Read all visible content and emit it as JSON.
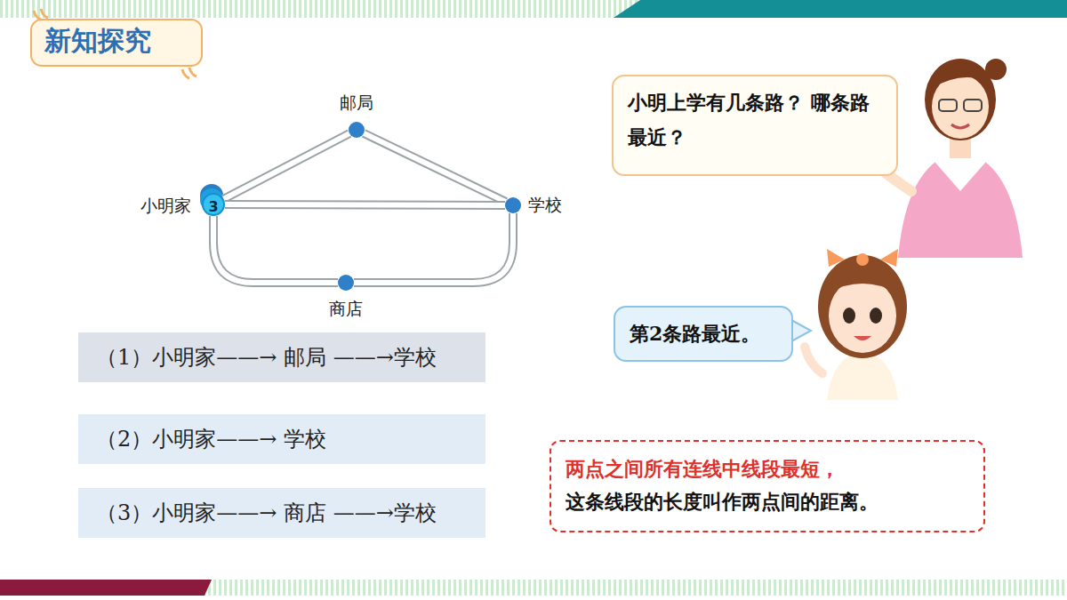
{
  "diagram": {
    "title": "新知探究",
    "nodes": [
      {
        "text": [
          "邮局"
        ]
      },
      {
        "text": [
          "小明家"
        ]
      },
      {
        "text": [
          "学校"
        ]
      },
      {
        "text": [
          "商店"
        ]
      },
      {
        "text": [
          "小明上学有几条路？ 哪条路最近？"
        ]
      },
      {
        "text": [
          "第2条路最近。"
        ]
      },
      {
        "text": [
          "（1）小明家——→ 邮局 ——→学校"
        ]
      },
      {
        "text": [
          "（2）小明家——→ 学校"
        ]
      },
      {
        "text": [
          "（3）小明家——→ 商店 ——→学校"
        ]
      },
      {
        "text": [
          "两点之间所有连线中线段最短，",
          "这条线段的长度叫作两点间的距离。"
        ]
      }
    ],
    "edges": [
      {
        "from": 1,
        "to": 0,
        "arrow": "none"
      },
      {
        "from": 0,
        "to": 2,
        "arrow": "none"
      },
      {
        "from": 1,
        "to": 2,
        "arrow": "none"
      },
      {
        "from": 1,
        "to": 3,
        "arrow": "none"
      },
      {
        "from": 3,
        "to": 2,
        "arrow": "none"
      }
    ],
    "labels": [
      "3"
    ]
  }
}
